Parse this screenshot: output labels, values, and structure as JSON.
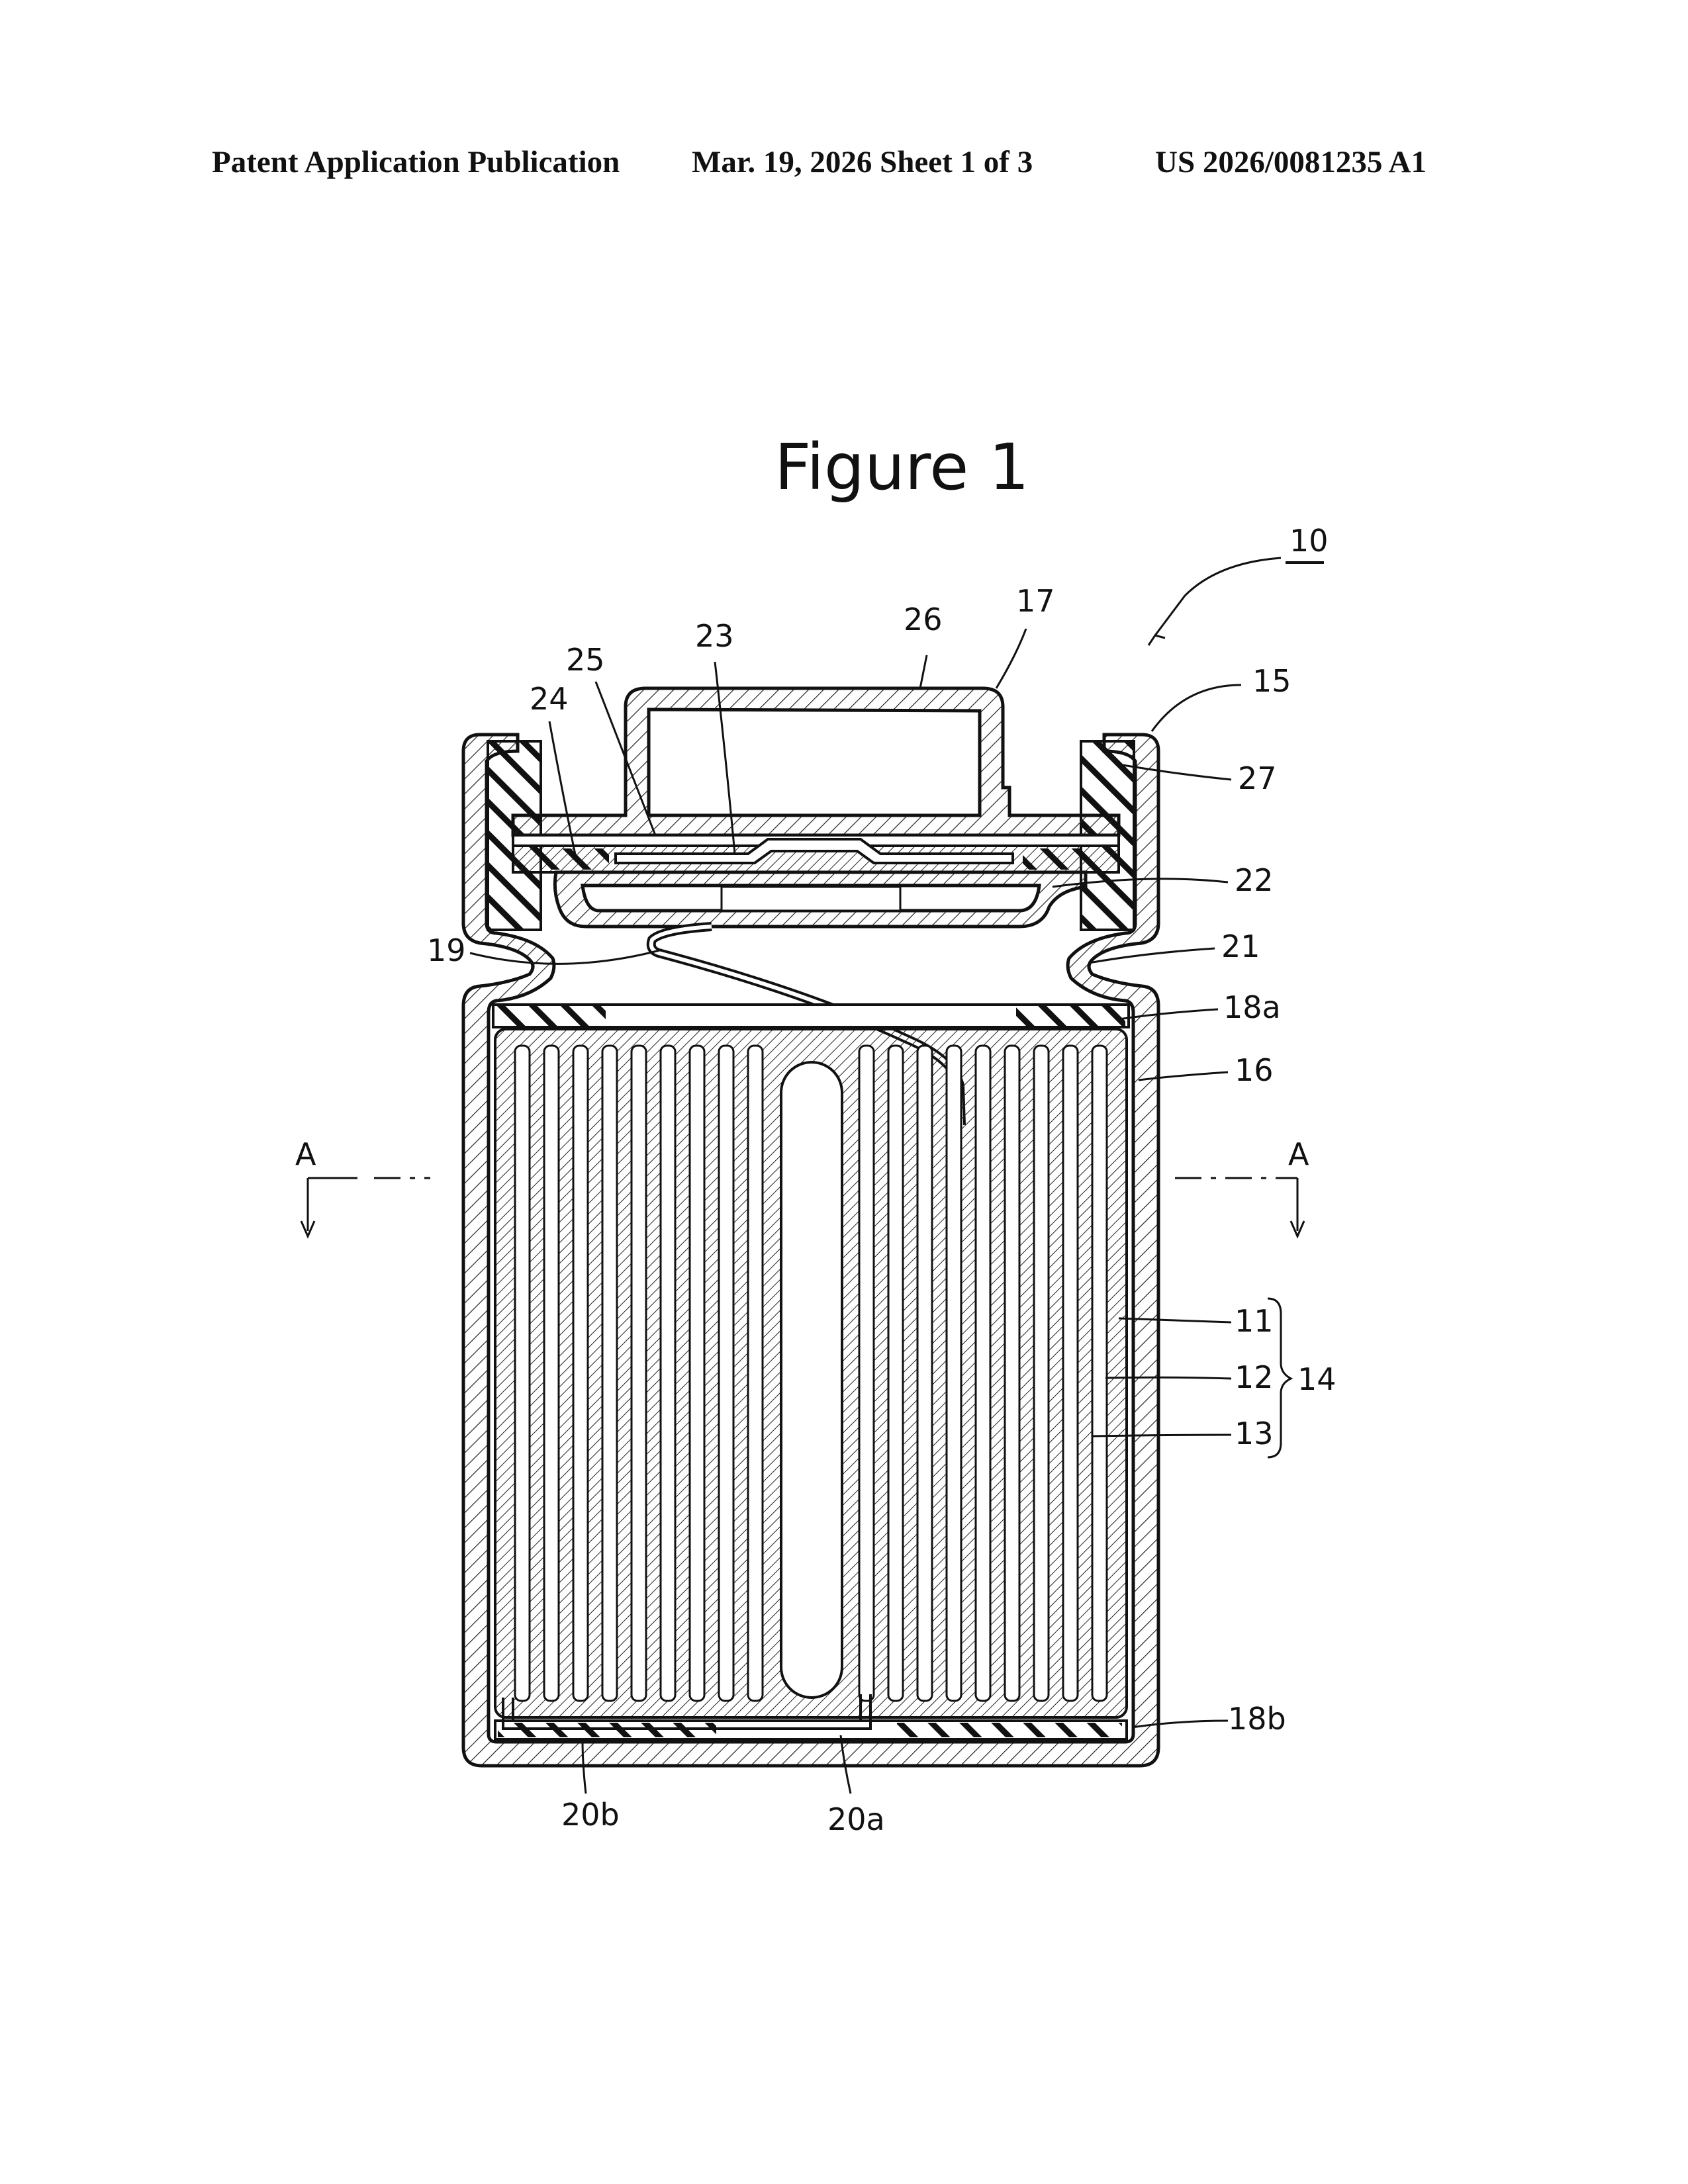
{
  "header": {
    "publication": "Patent Application Publication",
    "date_sheet": "Mar. 19, 2026  Sheet 1 of 3",
    "number": "US 2026/0081235 A1"
  },
  "figure": {
    "title": "Figure 1",
    "labels": {
      "l10": "10",
      "l15": "15",
      "l17": "17",
      "l26": "26",
      "l23": "23",
      "l25": "25",
      "l24": "24",
      "l27": "27",
      "l22": "22",
      "l19": "19",
      "l21": "21",
      "l18a": "18a",
      "l16": "16",
      "lA_left": "A",
      "lA_right": "A",
      "l11": "11",
      "l12": "12",
      "l13": "13",
      "l14": "14",
      "l18b": "18b",
      "l20b": "20b",
      "l20a": "20a"
    }
  }
}
